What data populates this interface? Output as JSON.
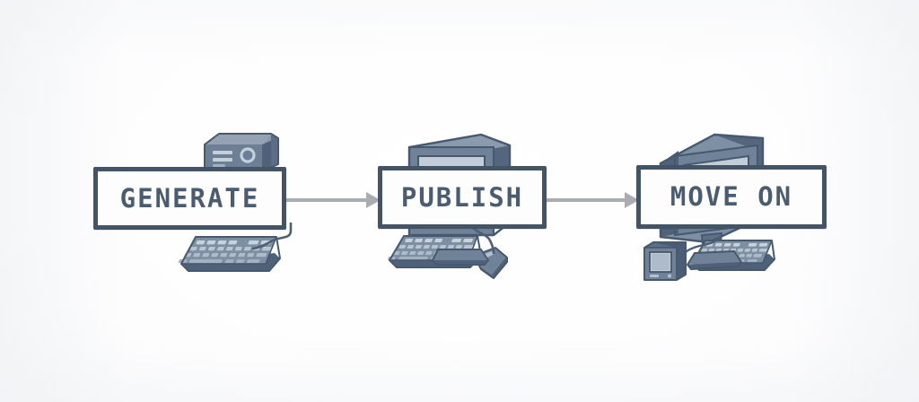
{
  "diagram": {
    "type": "process-flow",
    "orientation": "horizontal",
    "background_color": "#fdfdfe",
    "accent_color": "#435466",
    "arrow_color": "#a9adb2",
    "box_fill_color": "#fdfdfd",
    "text_color": "#4a5c70",
    "steps": [
      {
        "id": "generate",
        "label": "GENERATE",
        "illustration": "desktop-computer-tower-and-keyboard",
        "icons": [
          "computer-tower-icon",
          "keyboard-icon"
        ]
      },
      {
        "id": "publish",
        "label": "PUBLISH",
        "illustration": "crt-monitor-keyboard-and-mouse",
        "icons": [
          "crt-monitor-icon",
          "keyboard-icon",
          "mouse-icon"
        ]
      },
      {
        "id": "moveon",
        "label": "MOVE ON",
        "illustration": "crt-monitor-small-monitor-and-keyboard",
        "icons": [
          "crt-monitor-icon",
          "small-monitor-icon",
          "keyboard-icon"
        ]
      }
    ],
    "connectors": [
      {
        "id": "arrow-1",
        "from": "generate",
        "to": "publish",
        "style": "solid-line-with-arrowhead"
      },
      {
        "id": "arrow-2",
        "from": "publish",
        "to": "moveon",
        "style": "solid-line-with-arrowhead"
      }
    ]
  }
}
